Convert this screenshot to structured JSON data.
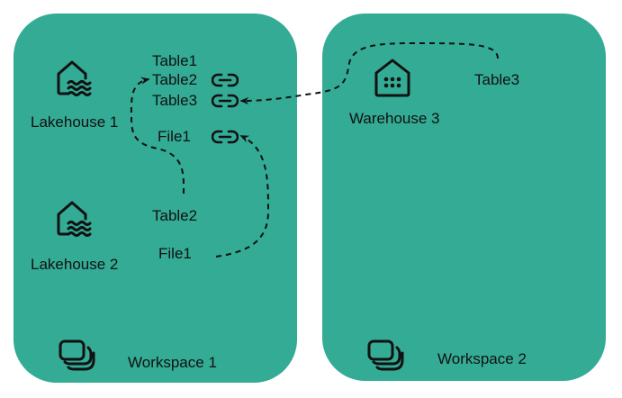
{
  "colors": {
    "panel": "#33ab95",
    "ink": "#111111",
    "background": "#ffffff"
  },
  "workspaces": [
    {
      "label": "Workspace 1",
      "icon": "workspace-stack-icon",
      "items": [
        {
          "label": "Lakehouse 1",
          "icon": "lakehouse-icon",
          "tables": [
            {
              "label": "Table1",
              "shortcut": false
            },
            {
              "label": "Table2",
              "shortcut": true,
              "shortcut_icon": "link-icon"
            },
            {
              "label": "Table3",
              "shortcut": true,
              "shortcut_icon": "link-icon"
            }
          ],
          "files": [
            {
              "label": "File1",
              "shortcut": true,
              "shortcut_icon": "link-icon"
            }
          ]
        },
        {
          "label": "Lakehouse 2",
          "icon": "lakehouse-icon",
          "tables": [
            {
              "label": "Table2"
            }
          ],
          "files": [
            {
              "label": "File1"
            }
          ]
        }
      ]
    },
    {
      "label": "Workspace 2",
      "icon": "workspace-stack-icon",
      "items": [
        {
          "label": "Warehouse 3",
          "icon": "warehouse-icon",
          "tables": [
            {
              "label": "Table3"
            }
          ]
        }
      ]
    }
  ],
  "shortcuts": [
    {
      "from": "Lakehouse 2 / Table2",
      "to": "Lakehouse 1 / Table2",
      "style": "dashed-arrow"
    },
    {
      "from": "Lakehouse 2 / File1",
      "to": "Lakehouse 1 / File1",
      "style": "dashed-arrow"
    },
    {
      "from": "Warehouse 3 / Table3",
      "to": "Lakehouse 1 / Table3",
      "style": "dashed-arrow"
    }
  ]
}
